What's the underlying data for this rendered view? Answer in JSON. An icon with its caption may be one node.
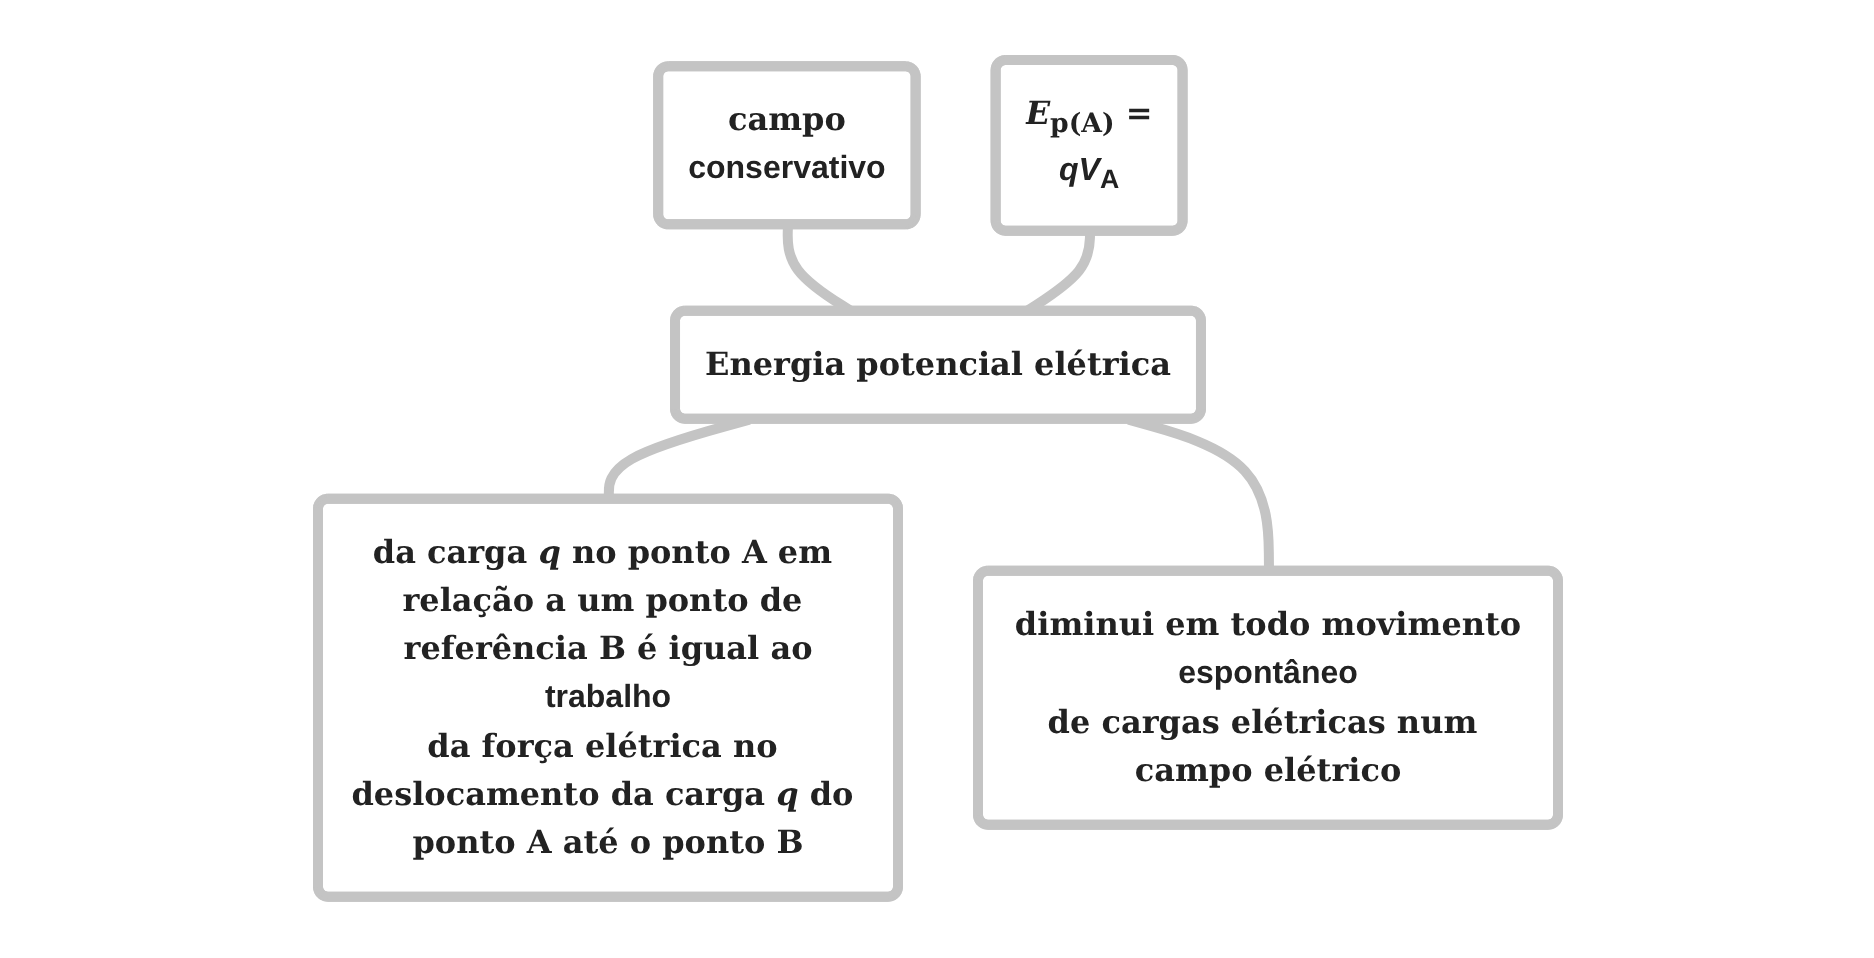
{
  "diagram": {
    "nodes": [
      {
        "text": [
          "campo",
          "conservativo"
        ]
      },
      {
        "text": [
          "*E*$_{p(A)}$ =",
          "*qV*$_{A}$"
        ]
      },
      {
        "text": [
          "Energia potencial elétrica"
        ]
      },
      {
        "text": [
          "da carga *q* no ponto A em relação a um ponto de referência B é igual ao",
          "trabalho",
          "da força elétrica no deslocamento da carga *q* do ponto A até o ponto B"
        ]
      },
      {
        "text": [
          "diminui em todo movimento",
          "espontâneo",
          "de cargas elétricas num campo elétrico"
        ]
      }
    ],
    "edges": [
      {
        "from": 0,
        "to": 2,
        "arrow": "none"
      },
      {
        "from": 1,
        "to": 2,
        "arrow": "none"
      },
      {
        "from": 2,
        "to": 3,
        "arrow": "none"
      },
      {
        "from": 2,
        "to": 4,
        "arrow": "none"
      }
    ]
  }
}
